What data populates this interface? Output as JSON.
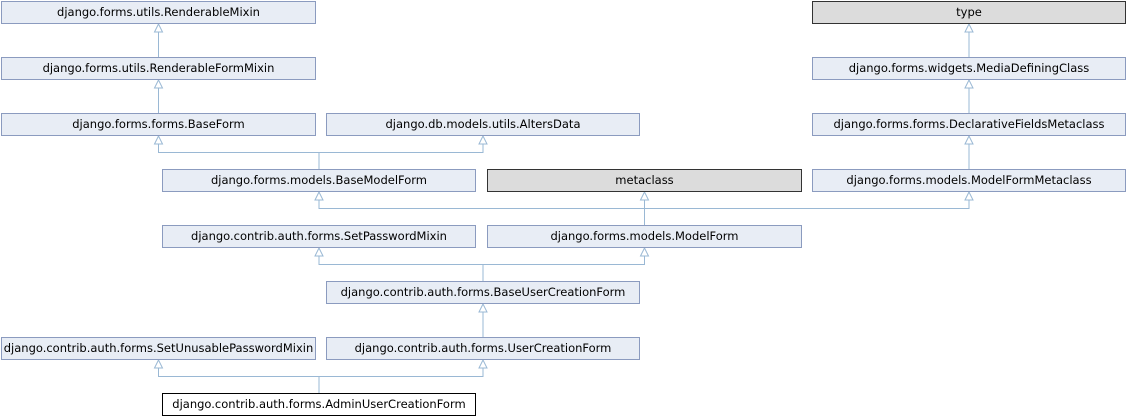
{
  "nodes": {
    "renderable_mixin": "django.forms.utils.RenderableMixin",
    "renderable_form_mixin": "django.forms.utils.RenderableFormMixin",
    "base_form": "django.forms.forms.BaseForm",
    "alters_data": "django.db.models.utils.AltersData",
    "base_model_form": "django.forms.models.BaseModelForm",
    "metaclass": "metaclass",
    "type": "type",
    "media_defining_class": "django.forms.widgets.MediaDefiningClass",
    "declarative_fields_metaclass": "django.forms.forms.DeclarativeFieldsMetaclass",
    "model_form_metaclass": "django.forms.models.ModelFormMetaclass",
    "set_password_mixin": "django.contrib.auth.forms.SetPasswordMixin",
    "model_form": "django.forms.models.ModelForm",
    "base_user_creation_form": "django.contrib.auth.forms.BaseUserCreationForm",
    "set_unusable_password_mixin": "django.contrib.auth.forms.SetUnusablePasswordMixin",
    "user_creation_form": "django.contrib.auth.forms.UserCreationForm",
    "admin_user_creation_form": "django.contrib.auth.forms.AdminUserCreationForm"
  },
  "edges": [
    [
      "renderable_form_mixin",
      "renderable_mixin"
    ],
    [
      "base_form",
      "renderable_form_mixin"
    ],
    [
      "base_model_form",
      "base_form"
    ],
    [
      "base_model_form",
      "alters_data"
    ],
    [
      "media_defining_class",
      "type"
    ],
    [
      "declarative_fields_metaclass",
      "media_defining_class"
    ],
    [
      "model_form_metaclass",
      "declarative_fields_metaclass"
    ],
    [
      "model_form",
      "base_model_form"
    ],
    [
      "model_form",
      "metaclass"
    ],
    [
      "model_form",
      "model_form_metaclass"
    ],
    [
      "base_user_creation_form",
      "set_password_mixin"
    ],
    [
      "base_user_creation_form",
      "model_form"
    ],
    [
      "user_creation_form",
      "base_user_creation_form"
    ],
    [
      "admin_user_creation_form",
      "set_unusable_password_mixin"
    ],
    [
      "admin_user_creation_form",
      "user_creation_form"
    ]
  ],
  "colors": {
    "edge": "#9ab8d4",
    "node_fill": "#e8edf5",
    "node_border": "#8b9bbf",
    "external_fill": "#dcdcdc"
  }
}
